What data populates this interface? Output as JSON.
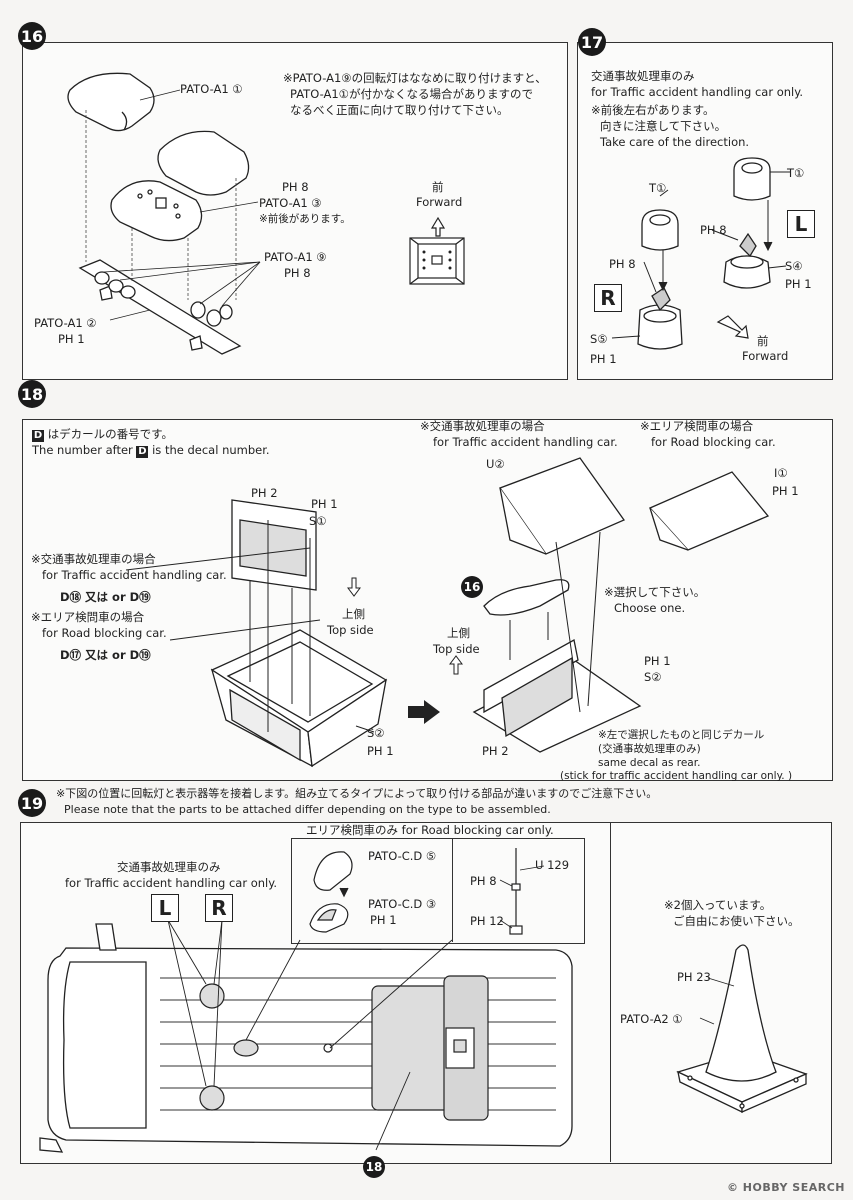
{
  "step16": {
    "number": "16",
    "note_ja_1": "※PATO-A1⑨の回転灯はななめに取り付けますと、",
    "note_ja_2": "PATO-A1①が付かなくなる場合がありますので",
    "note_ja_3": "なるべく正面に向けて取り付けて下さい。",
    "part_top": "PATO-A1 ①",
    "part_ph8": "PH 8",
    "part_a13": "PATO-A1 ③",
    "note_front_back": "※前後があります。",
    "part_a19": "PATO-A1 ⑨",
    "part_ph8b": "PH 8",
    "part_a12": "PATO-A1 ②",
    "part_ph1": "PH 1",
    "forward_ja": "前",
    "forward_en": "Forward"
  },
  "step17": {
    "number": "17",
    "title_ja": "交通事故処理車のみ",
    "title_en": "for Traffic accident handling car only.",
    "note_ja_1": "※前後左右があります。",
    "note_ja_2": "向きに注意して下さい。",
    "note_en": "Take care of the direction.",
    "t1a": "T①",
    "t1b": "T①",
    "ph8a": "PH 8",
    "ph8b": "PH 8",
    "s4": "S④",
    "ph1a": "PH 1",
    "s5": "S⑤",
    "ph1b": "PH 1",
    "left_mark": "L",
    "right_mark": "R",
    "forward_ja": "前",
    "forward_en": "Forward"
  },
  "step18": {
    "number": "18",
    "decal_note_ja": "はデカールの番号です。",
    "decal_note_en_a": "The number after",
    "decal_note_en_b": "is the decal number.",
    "ph2a": "PH 2",
    "ph1a": "PH 1",
    "s1": "S①",
    "traffic_ja": "※交通事故処理車の場合",
    "traffic_en": "for Traffic accident handling car.",
    "decal_traffic": "D⑱ 又は or D⑲",
    "road_ja": "※エリア検問車の場合",
    "road_en": "for Road blocking car.",
    "decal_road": "D⑰ 又は or D⑲",
    "top_side_ja": "上側",
    "top_side_en": "Top side",
    "s2a": "S②",
    "ph1b": "PH 1",
    "right_traffic_ja": "※交通事故処理車の場合",
    "right_traffic_en": "for Traffic accident handling car.",
    "right_road_ja": "※エリア検問車の場合",
    "right_road_en": "for Road blocking car.",
    "u2": "U②",
    "i1": "I①",
    "ph1c": "PH 1",
    "choose_ja": "※選択して下さい。",
    "choose_en": "Choose one.",
    "sub16": "16",
    "top_side2_ja": "上側",
    "top_side2_en": "Top side",
    "ph1d": "PH 1",
    "s2b": "S②",
    "ph2b": "PH 2",
    "same_decal_ja_1": "※左で選択したものと同じデカール",
    "same_decal_ja_2": "(交通事故処理車のみ)",
    "same_decal_en_1": "same decal as rear.",
    "same_decal_en_2": "(stick for traffic accident handling car only. )"
  },
  "step19": {
    "number": "19",
    "note_ja": "※下図の位置に回転灯と表示器等を接着します。組み立てるタイプによって取り付ける部品が違いますのでご注意下さい。",
    "note_en": "Please note that the parts to be attached differ depending on the type to be assembled.",
    "traffic_only_ja": "交通事故処理車のみ",
    "traffic_only_en": "for Traffic accident handling car only.",
    "left_mark": "L",
    "right_mark": "R",
    "road_only": "エリア検問車のみ for Road blocking car only.",
    "pato_cd5": "PATO-C.D ⑤",
    "pato_cd3": "PATO-C.D ③",
    "ph1": "PH 1",
    "ph8": "PH 8",
    "u129": "U 129",
    "ph12": "PH 12",
    "sub18": "18",
    "two_pieces_ja_1": "※2個入っています。",
    "two_pieces_ja_2": "ご自由にお使い下さい。",
    "ph23": "PH 23",
    "pato_a21": "PATO-A2 ①"
  },
  "watermark": "© HOBBY SEARCH"
}
